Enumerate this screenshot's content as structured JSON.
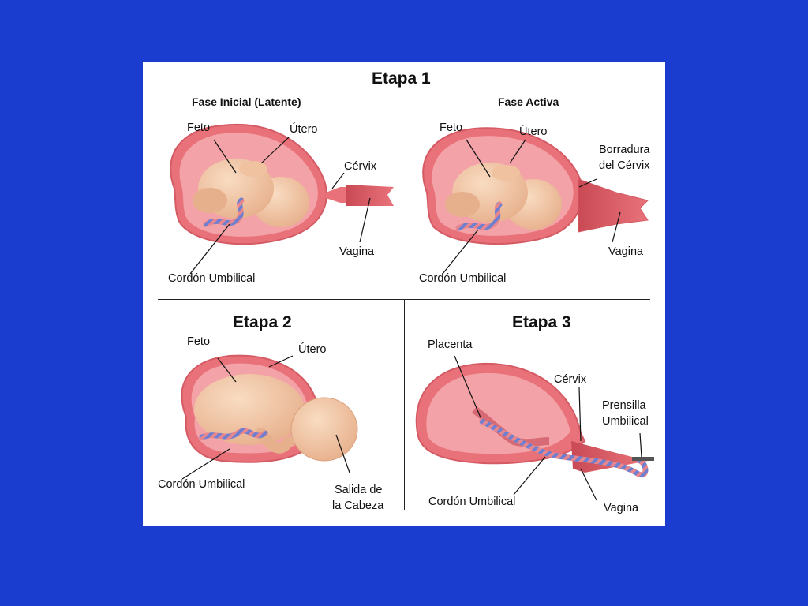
{
  "colors": {
    "background": "#1a3ccf",
    "panel": "#ffffff",
    "uterus_wall": "#e9727a",
    "uterus_inner": "#f3a2a7",
    "fetus_skin": "#f2c8a4",
    "cord_blue": "#6f7fd0",
    "cord_pink": "#e8868e"
  },
  "stage1": {
    "title": "Etapa 1",
    "latent": {
      "subtitle": "Fase Inicial (Latente)",
      "labels": {
        "fetus": "Feto",
        "uterus": "Útero",
        "cervix": "Cérvix",
        "vagina": "Vagina",
        "cord": "Cordón Umbilical"
      }
    },
    "active": {
      "subtitle": "Fase Activa",
      "labels": {
        "fetus": "Feto",
        "uterus": "Útero",
        "effacement_line1": "Borradura",
        "effacement_line2": "del Cérvix",
        "vagina": "Vagina",
        "cord": "Cordón Umbilical"
      }
    }
  },
  "stage2": {
    "title": "Etapa 2",
    "labels": {
      "fetus": "Feto",
      "uterus": "Útero",
      "cord": "Cordón Umbilical",
      "head_line1": "Salida de",
      "head_line2": "la Cabeza"
    }
  },
  "stage3": {
    "title": "Etapa 3",
    "labels": {
      "placenta": "Placenta",
      "cervix": "Cérvix",
      "clamp_line1": "Prensilla",
      "clamp_line2": "Umbilical",
      "cord": "Cordón Umbilical",
      "vagina": "Vagina"
    }
  }
}
